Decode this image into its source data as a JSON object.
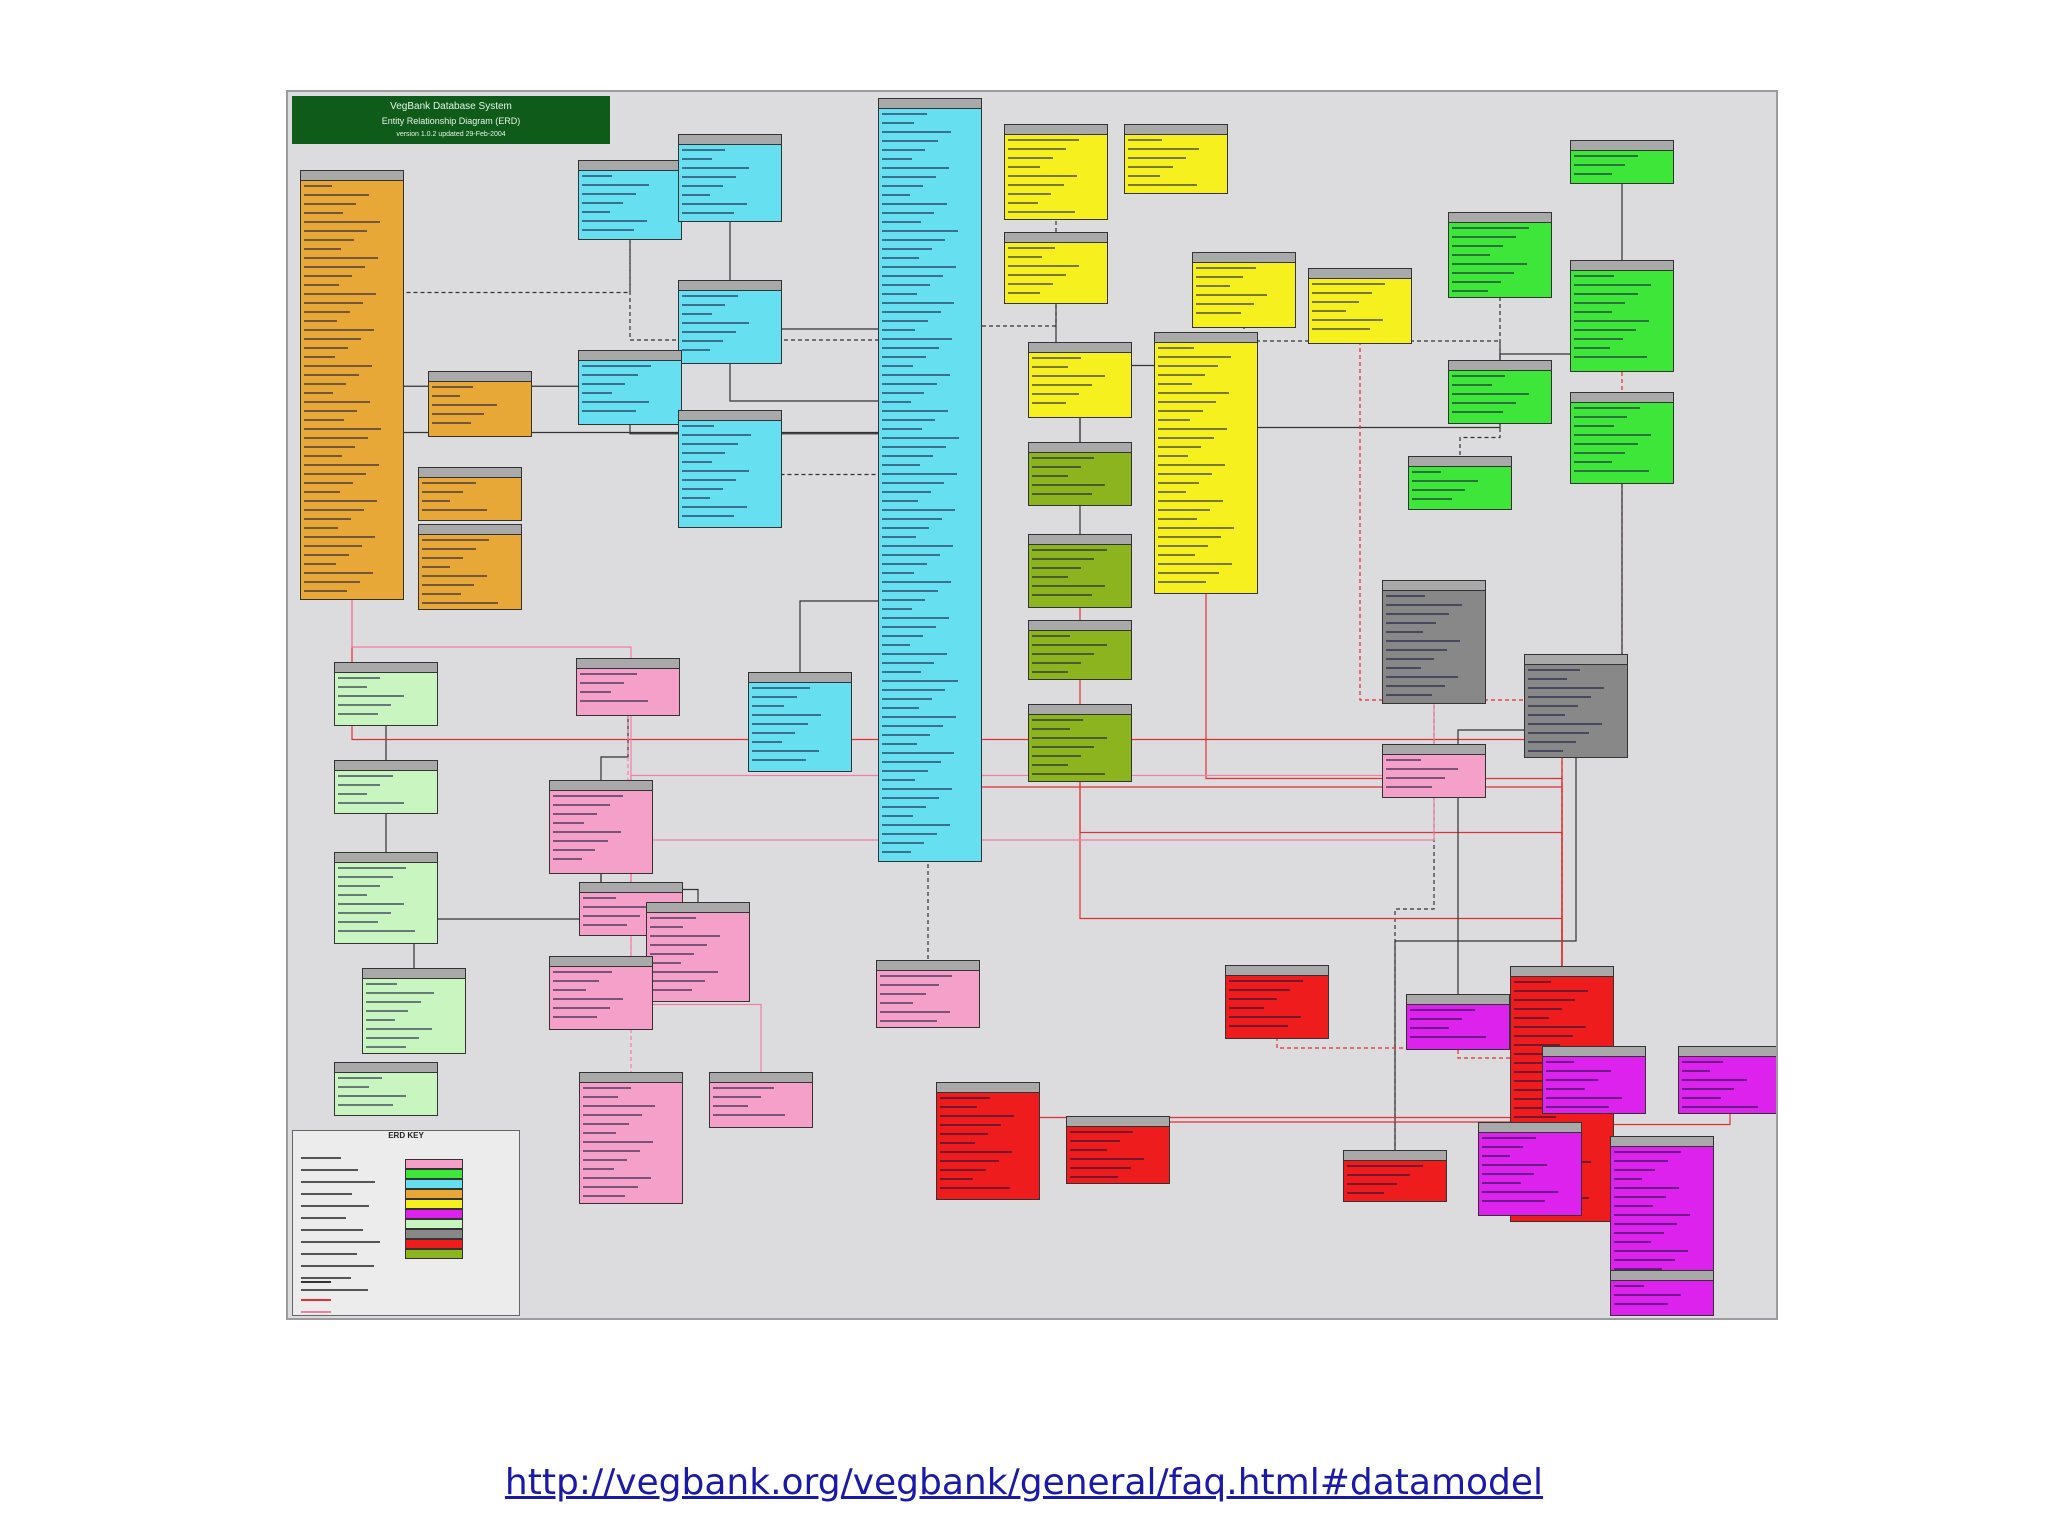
{
  "diagram": {
    "banner_line1": "VegBank Database System",
    "banner_line2": "Entity Relationship Diagram (ERD)",
    "banner_line3": "version 1.0.2 updated 29-Feb-2004",
    "key_title": "ERD KEY"
  },
  "link": {
    "url": "http://vegbank.org/vegbank/general/faq.html#datamodel"
  },
  "colors": {
    "orange": "#e8a838",
    "cyan": "#66e0f0",
    "yellow": "#f5f01e",
    "olive": "#8cb41e",
    "green": "#3ee63a",
    "palegreen": "#c8f5c0",
    "pink": "#f5a0c8",
    "red": "#ee1c1c",
    "magenta": "#dd22ee",
    "gray": "#888888",
    "banner": "#0f5c1a",
    "link": "#1a1aa8"
  }
}
